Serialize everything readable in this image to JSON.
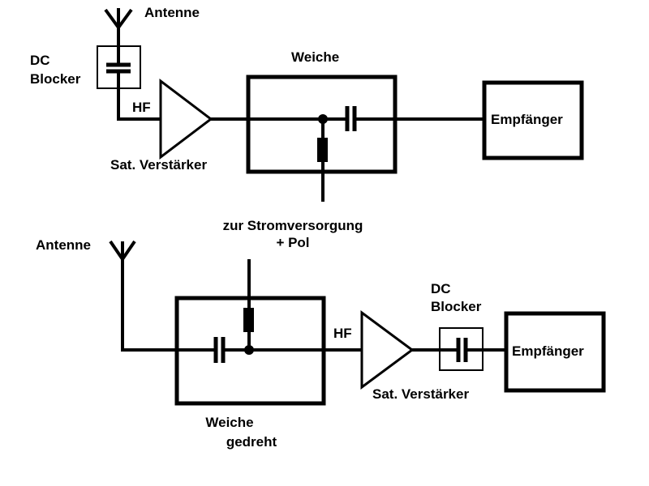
{
  "top_diagram": {
    "antenna_label": "Antenne",
    "dc_blocker_label_line1": "DC",
    "dc_blocker_label_line2": "Blocker",
    "hf_label": "HF",
    "amplifier_label": "Sat. Verstärker",
    "diplexer_label": "Weiche",
    "receiver_label": "Empfänger"
  },
  "power_supply_label_line1": "zur Stromversorgung",
  "power_supply_label_line2": "+ Pol",
  "bottom_diagram": {
    "antenna_label": "Antenne",
    "hf_label": "HF",
    "dc_blocker_label_line1": "DC",
    "dc_blocker_label_line2": "Blocker",
    "amplifier_label": "Sat. Verstärker",
    "diplexer_label_line1": "Weiche",
    "diplexer_label_line2": "gedreht",
    "receiver_label": "Empfänger"
  }
}
